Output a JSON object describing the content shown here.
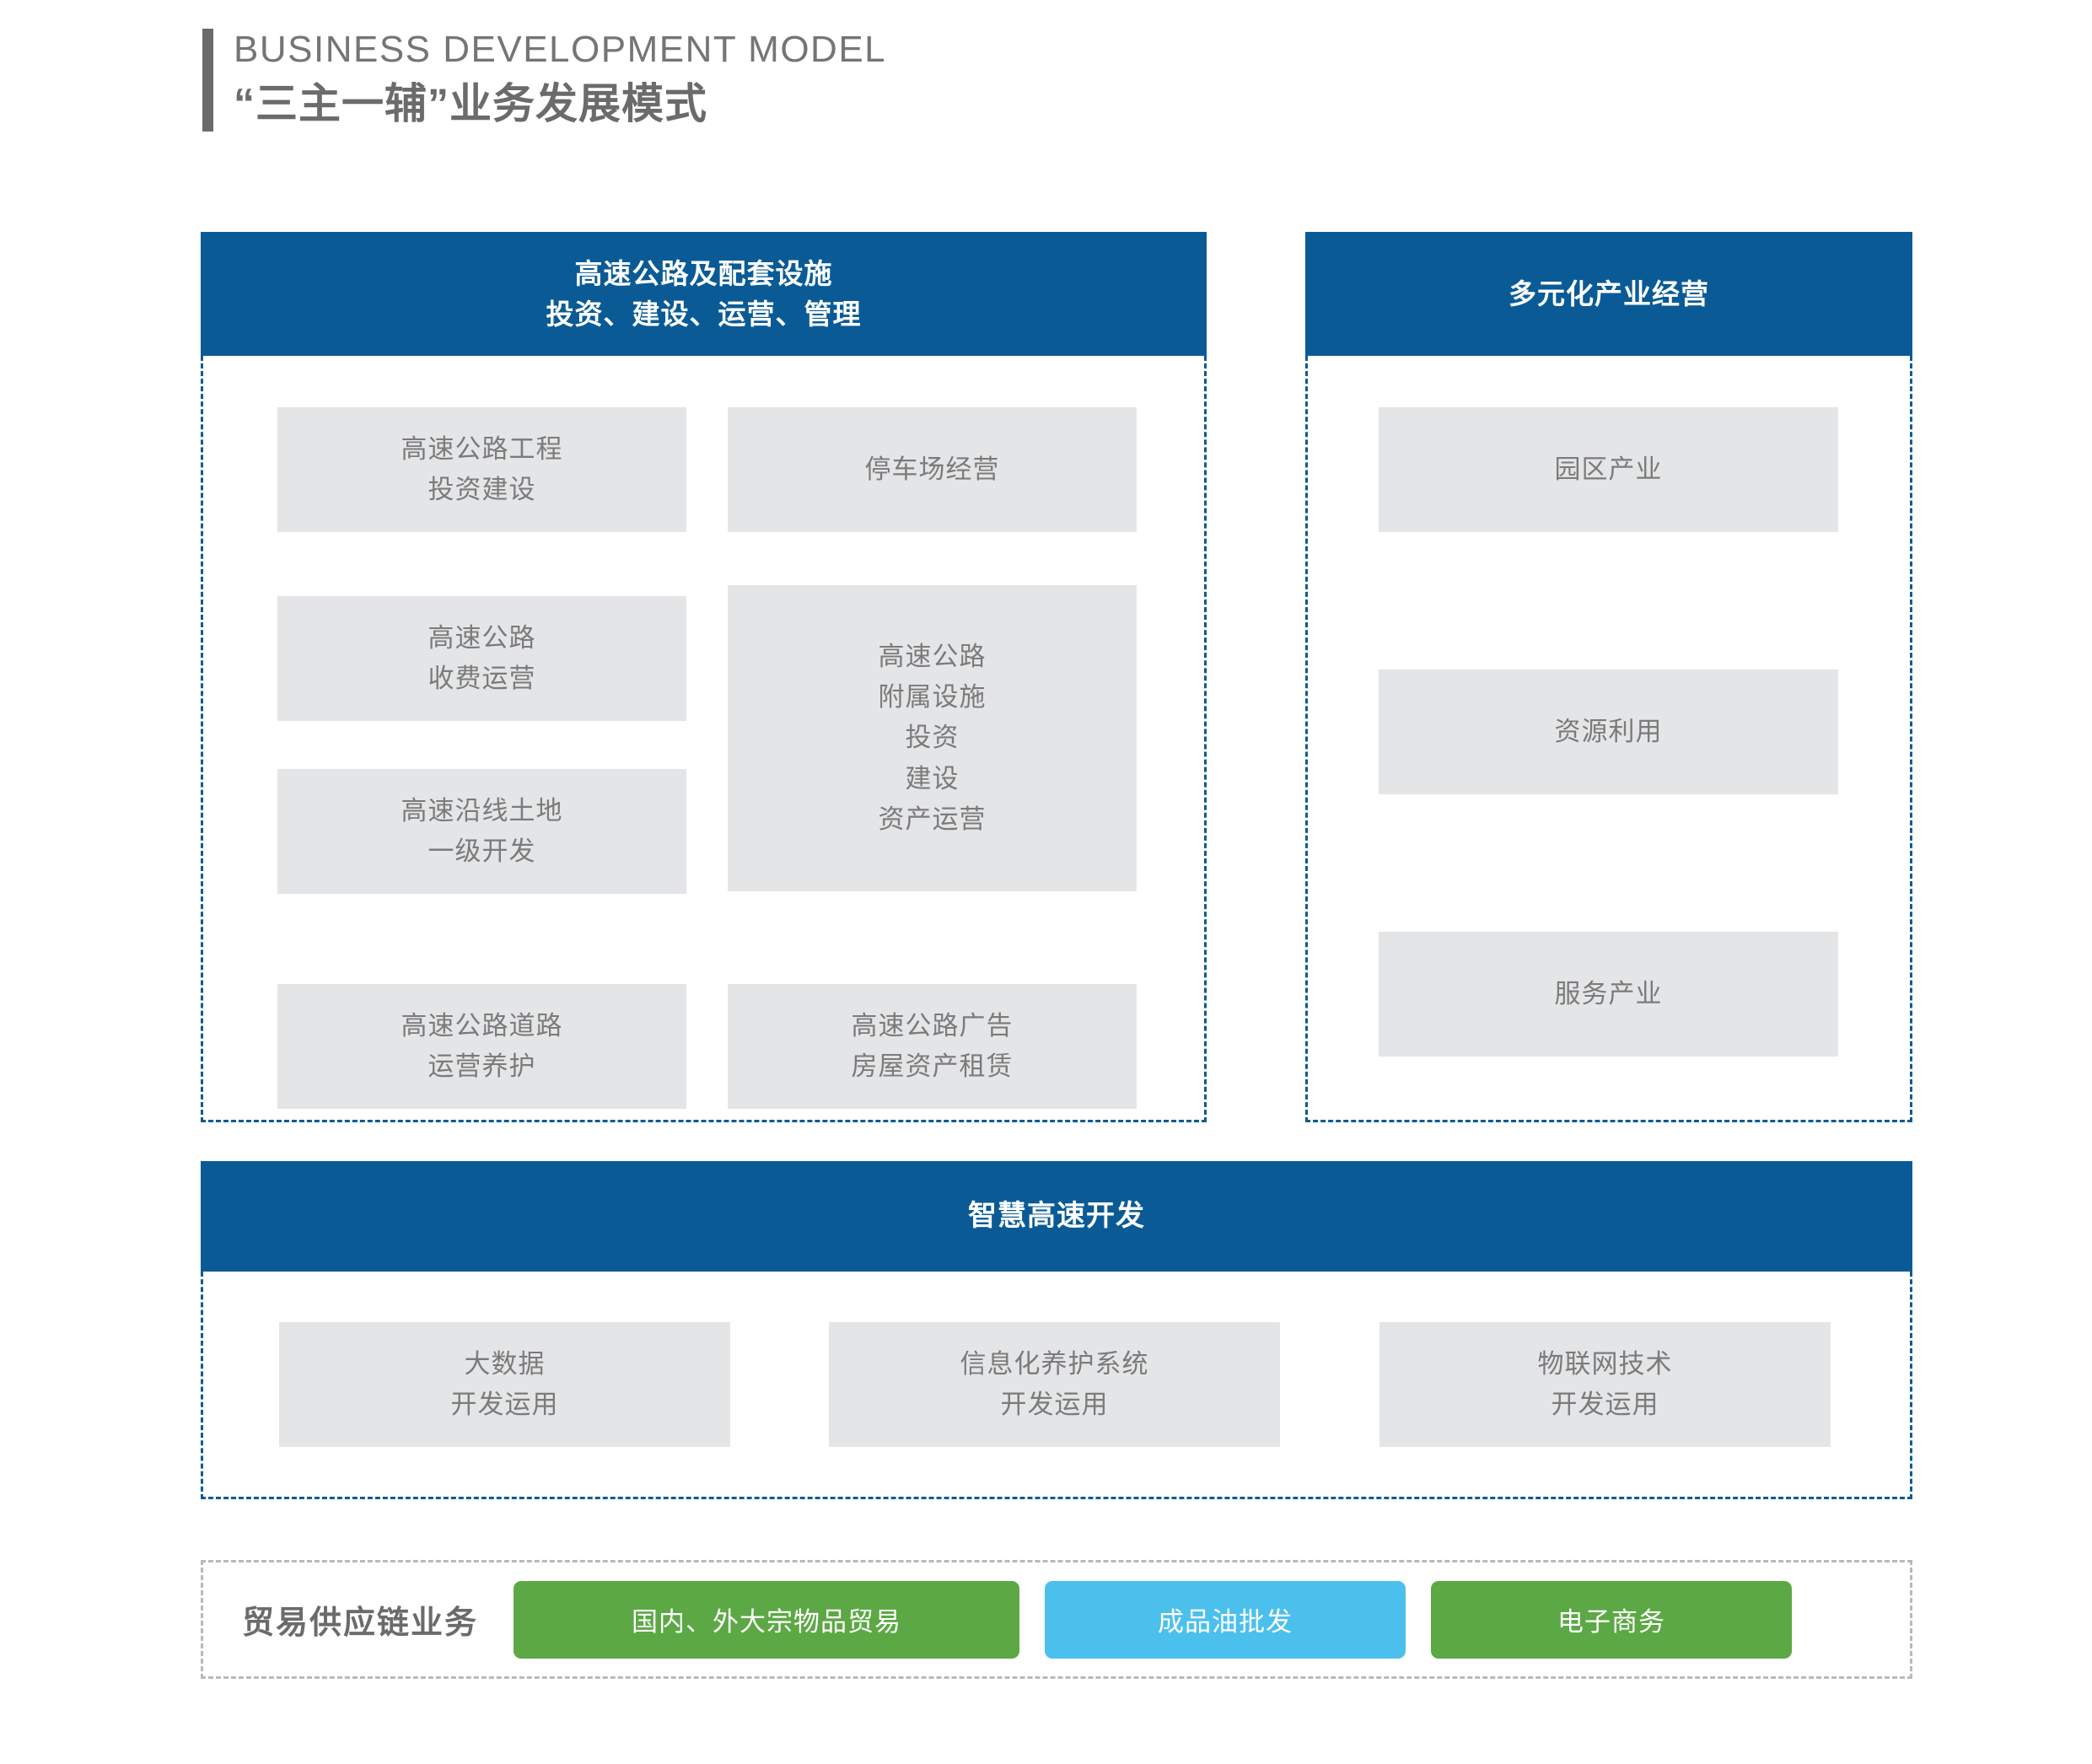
{
  "header": {
    "title_en": "BUSINESS DEVELOPMENT MODEL",
    "title_cn": "“三主一辅”业务发展模式"
  },
  "colors": {
    "primary_blue": "#0A5B95",
    "box_gray": "#E4E5E7",
    "text_gray": "#7B7B7B",
    "green": "#5CA845",
    "light_blue": "#4CC0EC",
    "dashed_gray": "#B9B9B9"
  },
  "panels": {
    "highway": {
      "head_line1": "高速公路及配套设施",
      "head_line2": "投资、建设、运营、管理",
      "left_items": [
        {
          "lines": [
            "高速公路工程",
            "投资建设"
          ]
        },
        {
          "lines": [
            "高速公路",
            "收费运营"
          ]
        },
        {
          "lines": [
            "高速沿线土地",
            "一级开发"
          ]
        },
        {
          "lines": [
            "高速公路道路",
            "运营养护"
          ]
        }
      ],
      "right_items": [
        {
          "lines": [
            "停车场经营"
          ]
        },
        {
          "lines": [
            "高速公路",
            "附属设施",
            "投资",
            "建设",
            "资产运营"
          ]
        },
        {
          "lines": [
            "高速公路广告",
            "房屋资产租赁"
          ]
        }
      ]
    },
    "diversified": {
      "head_line1": "多元化产业经营",
      "items": [
        {
          "lines": [
            "园区产业"
          ]
        },
        {
          "lines": [
            "资源利用"
          ]
        },
        {
          "lines": [
            "服务产业"
          ]
        }
      ]
    },
    "smart_highway": {
      "head_line1": "智慧高速开发",
      "items": [
        {
          "lines": [
            "大数据",
            "开发运用"
          ]
        },
        {
          "lines": [
            "信息化养护系统",
            "开发运用"
          ]
        },
        {
          "lines": [
            "物联网技术",
            "开发运用"
          ]
        }
      ]
    },
    "trade": {
      "label": "贸易供应链业务",
      "pills": [
        {
          "label": "国内、外大宗物品贸易",
          "color": "green"
        },
        {
          "label": "成品油批发",
          "color": "light_blue"
        },
        {
          "label": "电子商务",
          "color": "green"
        }
      ]
    }
  }
}
